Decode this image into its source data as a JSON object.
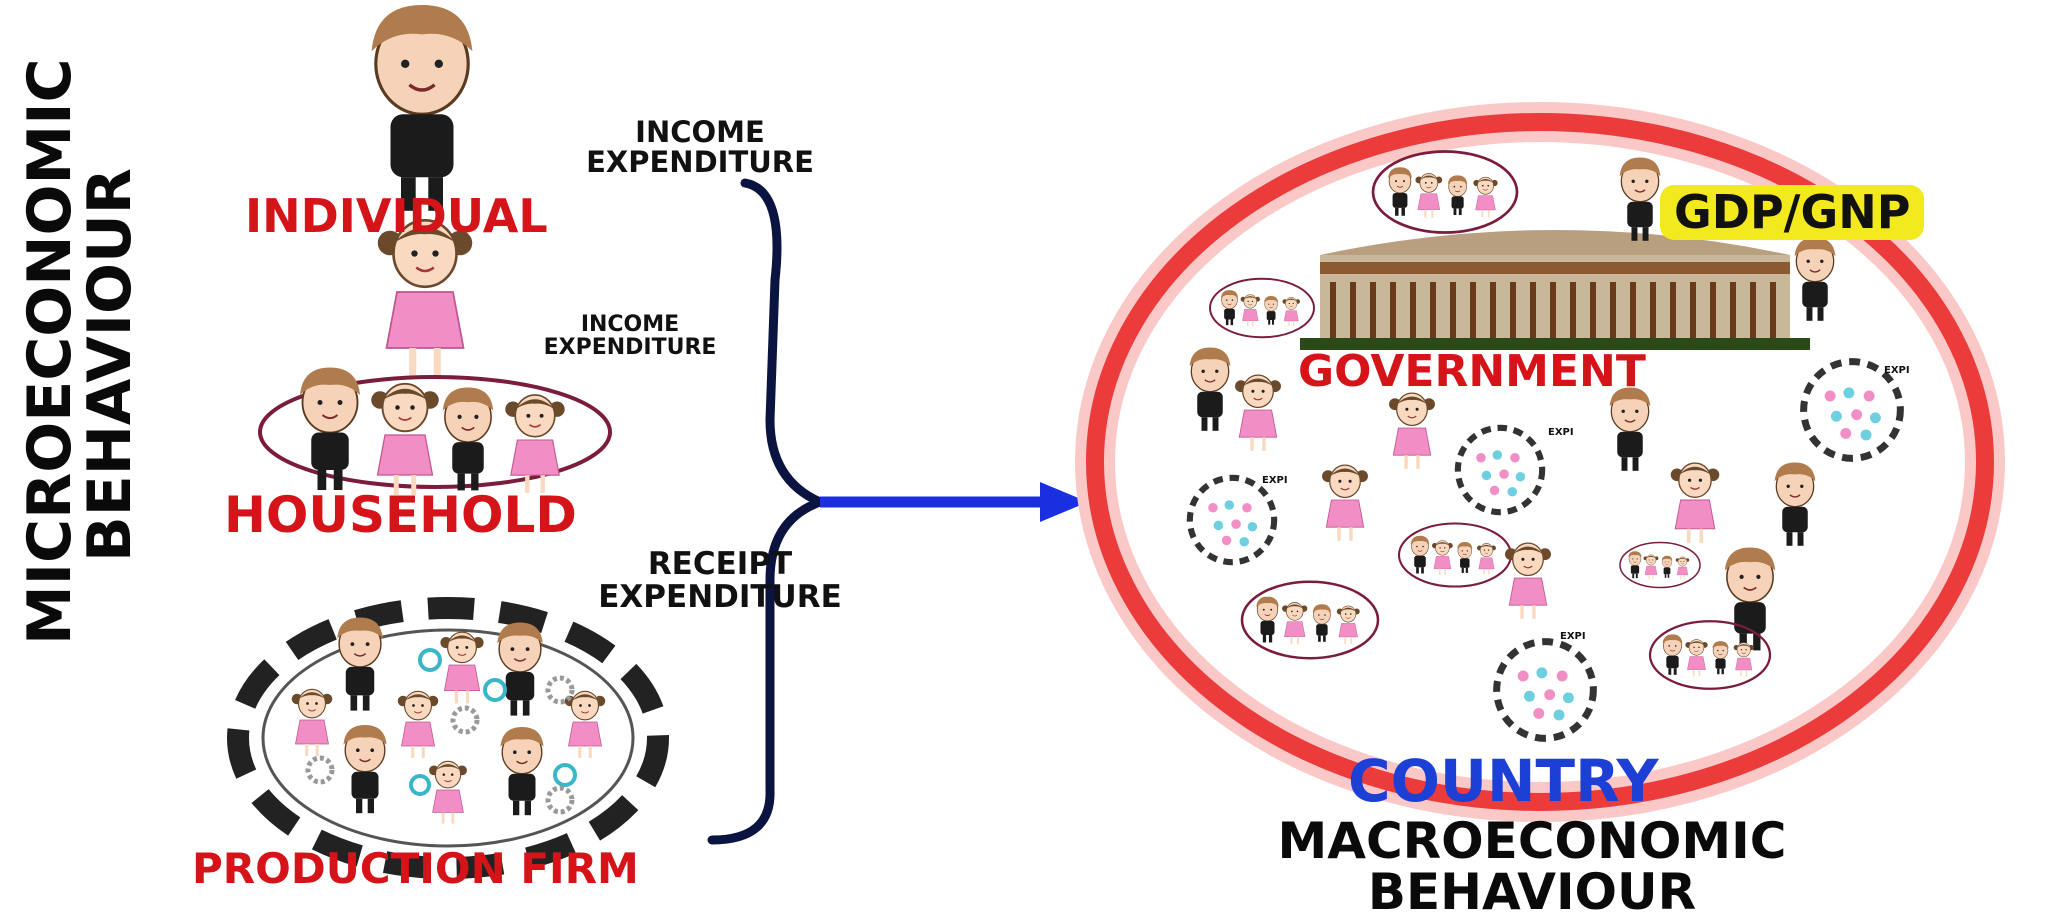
{
  "micro_label_line1": "MICROECONOMIC",
  "micro_label_line2": "BEHAVIOUR",
  "left": {
    "individual": "INDIVIDUAL",
    "household": "HOUSEHOLD",
    "production_firm": "PRODUCTION FIRM",
    "flow1_line1": "INCOME",
    "flow1_line2": "EXPENDITURE",
    "flow2_line1": "INCOME",
    "flow2_line2": "EXPENDITURE",
    "flow3_line1": "RECEIPT",
    "flow3_line2": "EXPENDITURE"
  },
  "right": {
    "gdp": "GDP/GNP",
    "government": "GOVERNMENT",
    "country": "COUNTRY",
    "macro_line1": "MACROECONOMIC",
    "macro_line2": "BEHAVIOUR",
    "expi": "EXPI"
  },
  "colors": {
    "red_label": "#d5141a",
    "country_blue": "#1c3fd6",
    "arrow_blue": "#1a2fe0",
    "brace": "#0b1440",
    "ring": "#ec3b3b",
    "gdp_bg": "#f2ea1d"
  }
}
